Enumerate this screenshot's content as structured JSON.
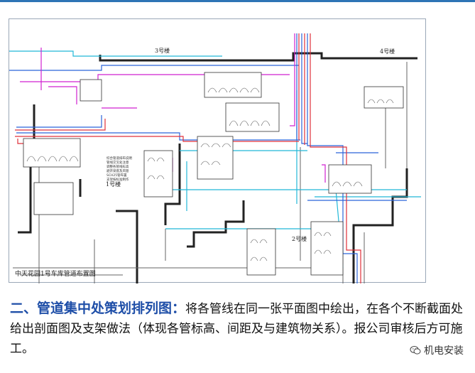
{
  "drawing": {
    "caption": "中天花园1号车库管道布置图",
    "building_labels": [
      "3号楼",
      "4号楼",
      "1号楼",
      "2号楼"
    ],
    "note_lines": [
      "综合管道排布说明",
      "管线交叉处注意",
      "调整各管线标高",
      "避开梁底及风管",
      "SCH25管布置",
      "支架按标准制作"
    ]
  },
  "text": {
    "heading": "二、管道集中处策划排列图：",
    "body": "将各管线在同一张平面图中绘出，在各个不断截面处给出剖面图及支架做法（体现各管标高、间距及与建筑物关系）。报公司审核后方可施工。"
  },
  "watermark": {
    "label": "机电安装",
    "icon": "wechat-icon"
  },
  "colors": {
    "heading": "#1f4fa8",
    "pipe_blue": "#2b63d9",
    "pipe_red": "#e0303a",
    "pipe_magenta": "#d020d0",
    "pipe_cyan": "#22b8d8",
    "wall": "#222222"
  }
}
